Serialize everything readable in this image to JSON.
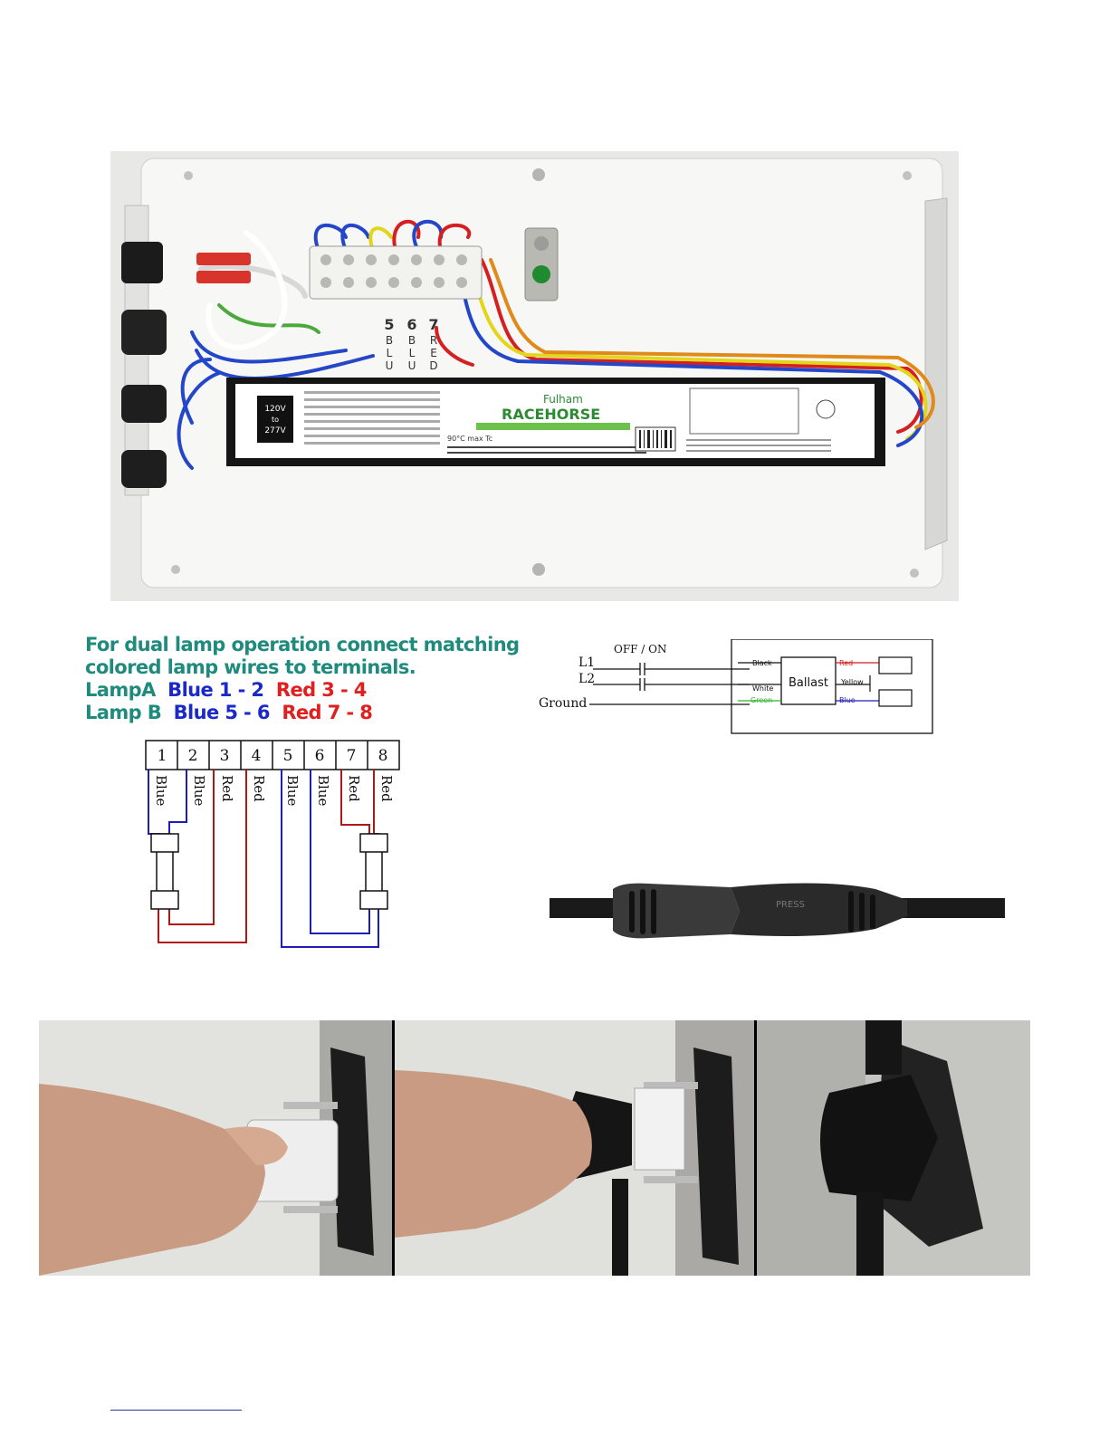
{
  "instructions": {
    "line1": "For dual lamp operation connect matching",
    "line2": "colored lamp wires to terminals.",
    "lamp_a": {
      "name": "LampA",
      "blue": "Blue 1 - 2",
      "red": "Red 3 - 4"
    },
    "lamp_b": {
      "name": "Lamp B",
      "blue": "Blue 5 - 6",
      "red": "Red 7 - 8"
    }
  },
  "terminals": {
    "numbers": [
      "1",
      "2",
      "3",
      "4",
      "5",
      "6",
      "7",
      "8"
    ],
    "wire_labels": [
      "Blue",
      "Blue",
      "Red",
      "Red",
      "Blue",
      "Blue",
      "Red",
      "Red"
    ]
  },
  "schematic": {
    "switch_label": "OFF / ON",
    "l1": "L1",
    "l2": "L2",
    "ground": "Ground",
    "ballast": "Ballast",
    "in_black": "Black",
    "in_white": "White",
    "in_green": "Green",
    "out_red": "Red",
    "out_yellow": "Yellow",
    "out_blue": "Blue"
  },
  "ballast_label": {
    "brand": "Fulham",
    "product": "RACEHORSE",
    "voltage_top": "120V",
    "voltage_to": "to",
    "voltage_bottom": "277V",
    "temp": "90°C max Tc"
  },
  "terminal_block_marks": {
    "col5": [
      "5",
      "B",
      "L",
      "U"
    ],
    "col6": [
      "6",
      "B",
      "L",
      "U"
    ],
    "col7": [
      "7",
      "R",
      "E",
      "D"
    ]
  },
  "cable": {
    "press": "PRESS"
  },
  "colors": {
    "teal": "#1e8b7d",
    "blue": "#1a29c8",
    "red": "#e0201f",
    "diagram_blue": "#1d1db8",
    "diagram_red": "#b01818"
  }
}
